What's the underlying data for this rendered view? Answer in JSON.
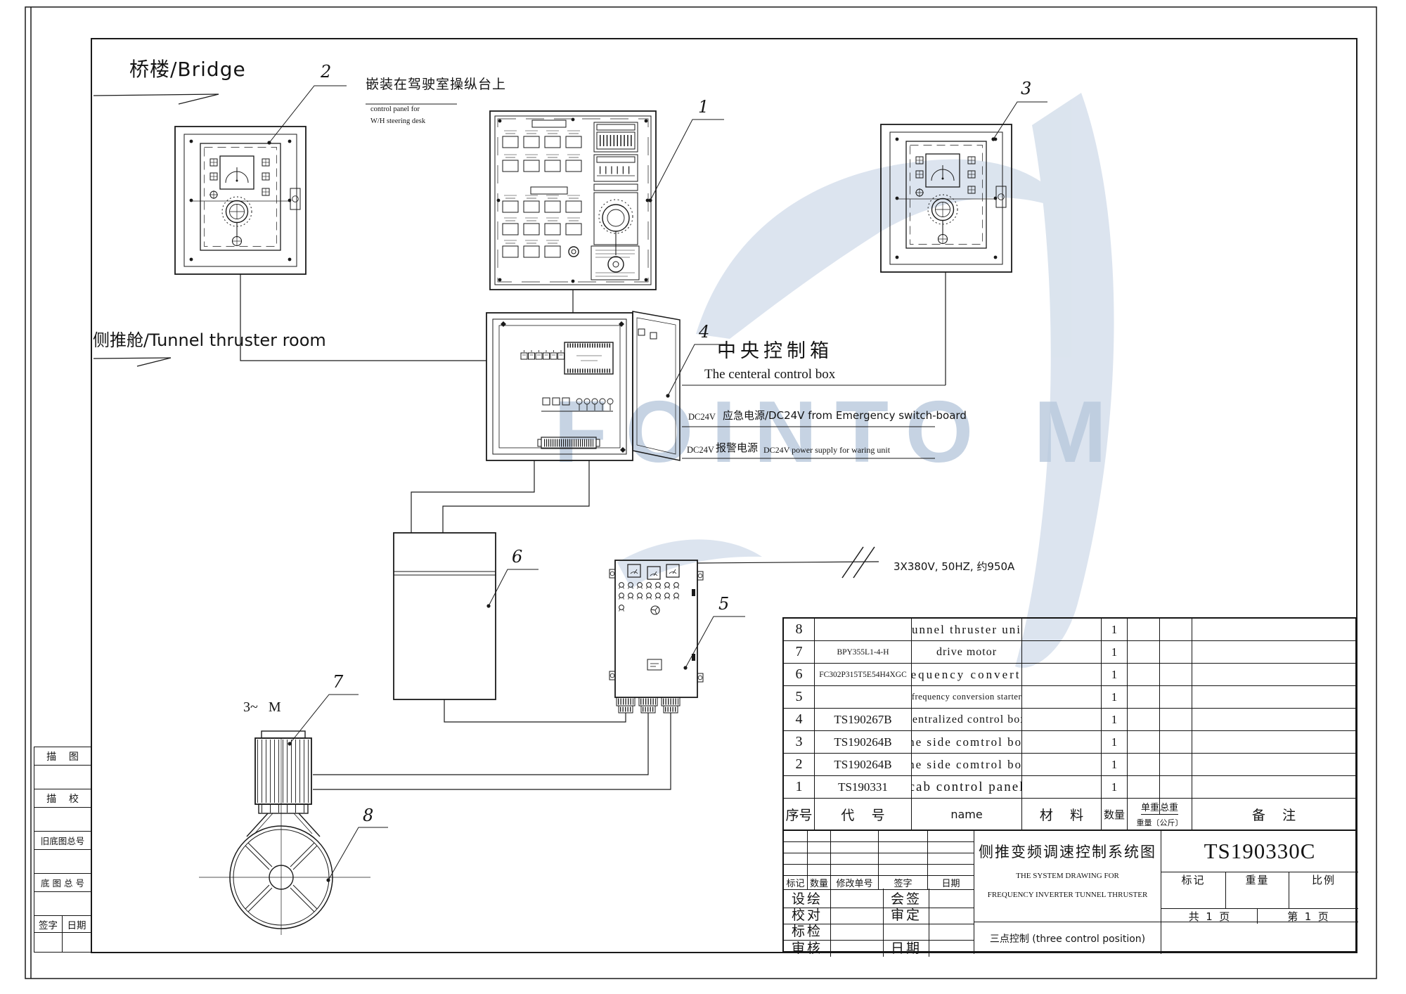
{
  "labels": {
    "bridge": "桥楼/Bridge",
    "tunnel_room": "侧推舱/Tunnel thruster room",
    "mount_note_cn": "嵌装在驾驶室操纵台上",
    "mount_note_en1": "control panel for",
    "mount_note_en2": "W/H steering desk",
    "central_box_cn": "中央控制箱",
    "central_box_en": "The centeral control box",
    "dc24v_label_1": "DC24V",
    "dc24v_emergency": "应急电源/DC24V from Emergency switch-board",
    "dc24v_label_2": "DC24V",
    "dc24v_alarm_cn": "报警电源",
    "dc24v_alarm_en": "DC24V power supply for waring unit",
    "power_supply": "3X380V, 50HZ, 约950A",
    "motor": "3~   M",
    "watermark": "FOINTO M"
  },
  "callouts": [
    "1",
    "2",
    "3",
    "4",
    "5",
    "6",
    "7",
    "8"
  ],
  "bom": {
    "header": {
      "no": "序号",
      "code": "代    号",
      "name": "name",
      "material": "材    料",
      "qty": "数量",
      "unit_weight": "单重",
      "total_weight": "总重",
      "weight_unit": "重量〔公斤〕",
      "remark": "备    注"
    },
    "rows": [
      {
        "no": "8",
        "code": "",
        "name": "tunnel thruster unit",
        "material": "",
        "qty": "1",
        "remark": ""
      },
      {
        "no": "7",
        "code": "BPY355L1-4-H",
        "name": "drive motor",
        "material": "",
        "qty": "1",
        "remark": ""
      },
      {
        "no": "6",
        "code": "FC302P315T5E54H4XGC",
        "name": "frequency converter",
        "material": "",
        "qty": "1",
        "remark": ""
      },
      {
        "no": "5",
        "code": "",
        "name": "frequency conversion starter",
        "material": "",
        "qty": "1",
        "remark": ""
      },
      {
        "no": "4",
        "code": "TS190267B",
        "name": "centralized control box",
        "material": "",
        "qty": "1",
        "remark": ""
      },
      {
        "no": "3",
        "code": "TS190264B",
        "name": "the side comtrol box",
        "material": "",
        "qty": "1",
        "remark": ""
      },
      {
        "no": "2",
        "code": "TS190264B",
        "name": "the side comtrol box",
        "material": "",
        "qty": "1",
        "remark": ""
      },
      {
        "no": "1",
        "code": "TS190331",
        "name": "cab control panel",
        "material": "",
        "qty": "1",
        "remark": ""
      }
    ]
  },
  "titleblock": {
    "rev_header": {
      "mark": "标记",
      "qty": "数量",
      "order": "修改单号",
      "sign": "签字",
      "date": "日期"
    },
    "rows": {
      "design": "设绘",
      "countersign": "会签",
      "check": "校对",
      "approve": "审定",
      "std_check": "标检",
      "audit": "审核",
      "date": "日期"
    },
    "title_cn": "侧推变频调速控制系统图",
    "title_en1": "THE SYSTEM DRAWING FOR",
    "title_en2": "FREQUENCY INVERTER TUNNEL THRUSTER",
    "note": "三点控制 (three control position)",
    "drawing_no": "TS190330C",
    "mark": "标记",
    "weight": "重量",
    "scale": "比例",
    "pages_total": "共  1  页",
    "page_no": "第  1  页"
  },
  "margin": {
    "trace": "描    图",
    "trace_check": "描    校",
    "old_no": "旧底图总号",
    "base_no": "底 图 总 号",
    "sign": "签字",
    "date": "日期"
  }
}
